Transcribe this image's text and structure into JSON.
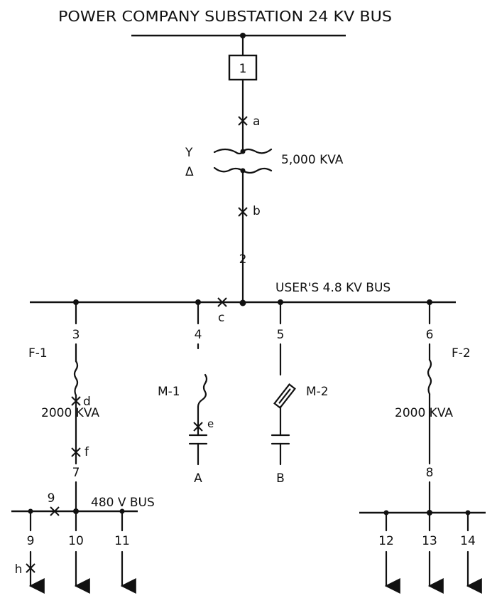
{
  "diagram": {
    "title": "POWER COMPANY SUBSTATION 24 KV BUS",
    "box_label": "1",
    "transformer": {
      "primary": "Y",
      "secondary": "Δ",
      "rating": "5,000 KVA"
    },
    "user_bus_label": "USER'S 4.8 KV BUS",
    "low_bus_label": "480 V BUS",
    "faults": {
      "a": "a",
      "b": "b",
      "c": "c",
      "d": "d",
      "e": "e",
      "f": "f",
      "g": "9",
      "h": "h"
    },
    "node_numbers": {
      "n2": "2",
      "n3": "3",
      "n4": "4",
      "n5": "5",
      "n6": "6",
      "n7": "7",
      "n8": "8",
      "n9": "9",
      "n10": "10",
      "n11": "11",
      "n12": "12",
      "n13": "13",
      "n14": "14"
    },
    "feeders": {
      "f1_name": "F-1",
      "f1_rating": "2000 KVA",
      "f2_name": "F-2",
      "f2_rating": "2000 KVA"
    },
    "motors": {
      "m1_name": "M-1",
      "m1_load": "A",
      "m2_name": "M-2",
      "m2_load": "B"
    },
    "colors": {
      "ink": "#111111",
      "background": "#ffffff"
    }
  }
}
